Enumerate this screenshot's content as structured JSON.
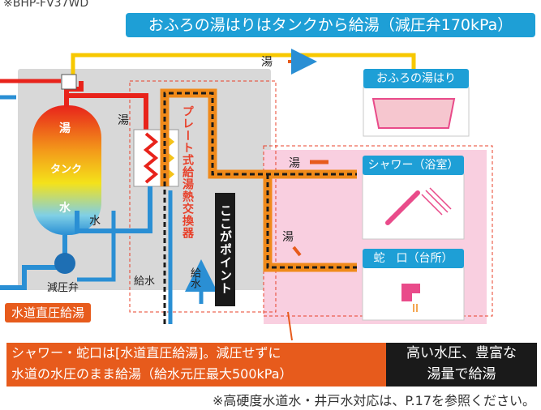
{
  "header": {
    "model": "※BHP-FV37WD",
    "banner": "おふろの湯はりはタンクから給湯（減圧弁170kPa）"
  },
  "flow_labels": {
    "hot_top": "湯",
    "hot_tank_outlet": "湯",
    "hot_to_shower": "湯",
    "hot_to_faucet": "湯",
    "water_return": "水",
    "supply_water": "給水",
    "supply_vertical": "給水"
  },
  "tank": {
    "top_label": "湯",
    "mid_label": "タンク",
    "bottom_label": "水"
  },
  "pressure_valve": "減圧弁",
  "heat_exchanger": "プレート式給湯熱交換器",
  "key_point": "ここがポイント",
  "direct_supply": "水道直圧給湯",
  "destinations": {
    "bath": "おふろの湯はり",
    "shower": "シャワー（浴室）",
    "faucet": "蛇　口（台所）"
  },
  "callout": {
    "line1": "シャワー・蛇口は[水道直圧給湯]。減圧せずに",
    "line2": "水道の水圧のまま給湯（給水元圧最大500kPa）"
  },
  "highlight": {
    "line1": "高い水圧、豊富な",
    "line2": "湯量で給湯"
  },
  "footnote": "※高硬度水道水・井戸水対応は、P.17を参照ください。",
  "colors": {
    "hot_pipe": "#e8231b",
    "cold_pipe": "#2a8fd4",
    "bath_pipe": "#f7c800",
    "direct_pipe": "#f08a1a",
    "accent_blue": "#1e9fd6",
    "accent_orange": "#e75b1c",
    "pink_area": "#f9cfe0",
    "unit_gray": "#d8d8d8"
  }
}
